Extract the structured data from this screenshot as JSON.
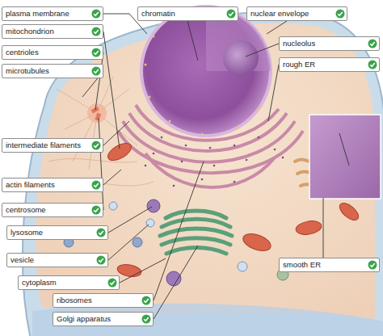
{
  "diagram": {
    "nodes": [
      {
        "text": [
          "plasma membrane"
        ]
      },
      {
        "text": [
          "chromatin"
        ]
      },
      {
        "text": [
          "nuclear envelope"
        ]
      },
      {
        "text": [
          "mitochondrion"
        ]
      },
      {
        "text": [
          "nucleolus"
        ]
      },
      {
        "text": [
          "centrioles"
        ]
      },
      {
        "text": [
          "rough ER"
        ]
      },
      {
        "text": [
          "microtubules"
        ]
      },
      {
        "text": [
          "intermediate filaments"
        ]
      },
      {
        "text": [
          "actin filaments"
        ]
      },
      {
        "text": [
          "centrosome"
        ]
      },
      {
        "text": [
          "lysosome"
        ]
      },
      {
        "text": [
          "vesicle"
        ]
      },
      {
        "text": [
          "smooth ER"
        ]
      },
      {
        "text": [
          "cytoplasm"
        ]
      },
      {
        "text": [
          "ribosomes"
        ]
      },
      {
        "text": [
          "Golgi apparatus"
        ]
      }
    ]
  }
}
